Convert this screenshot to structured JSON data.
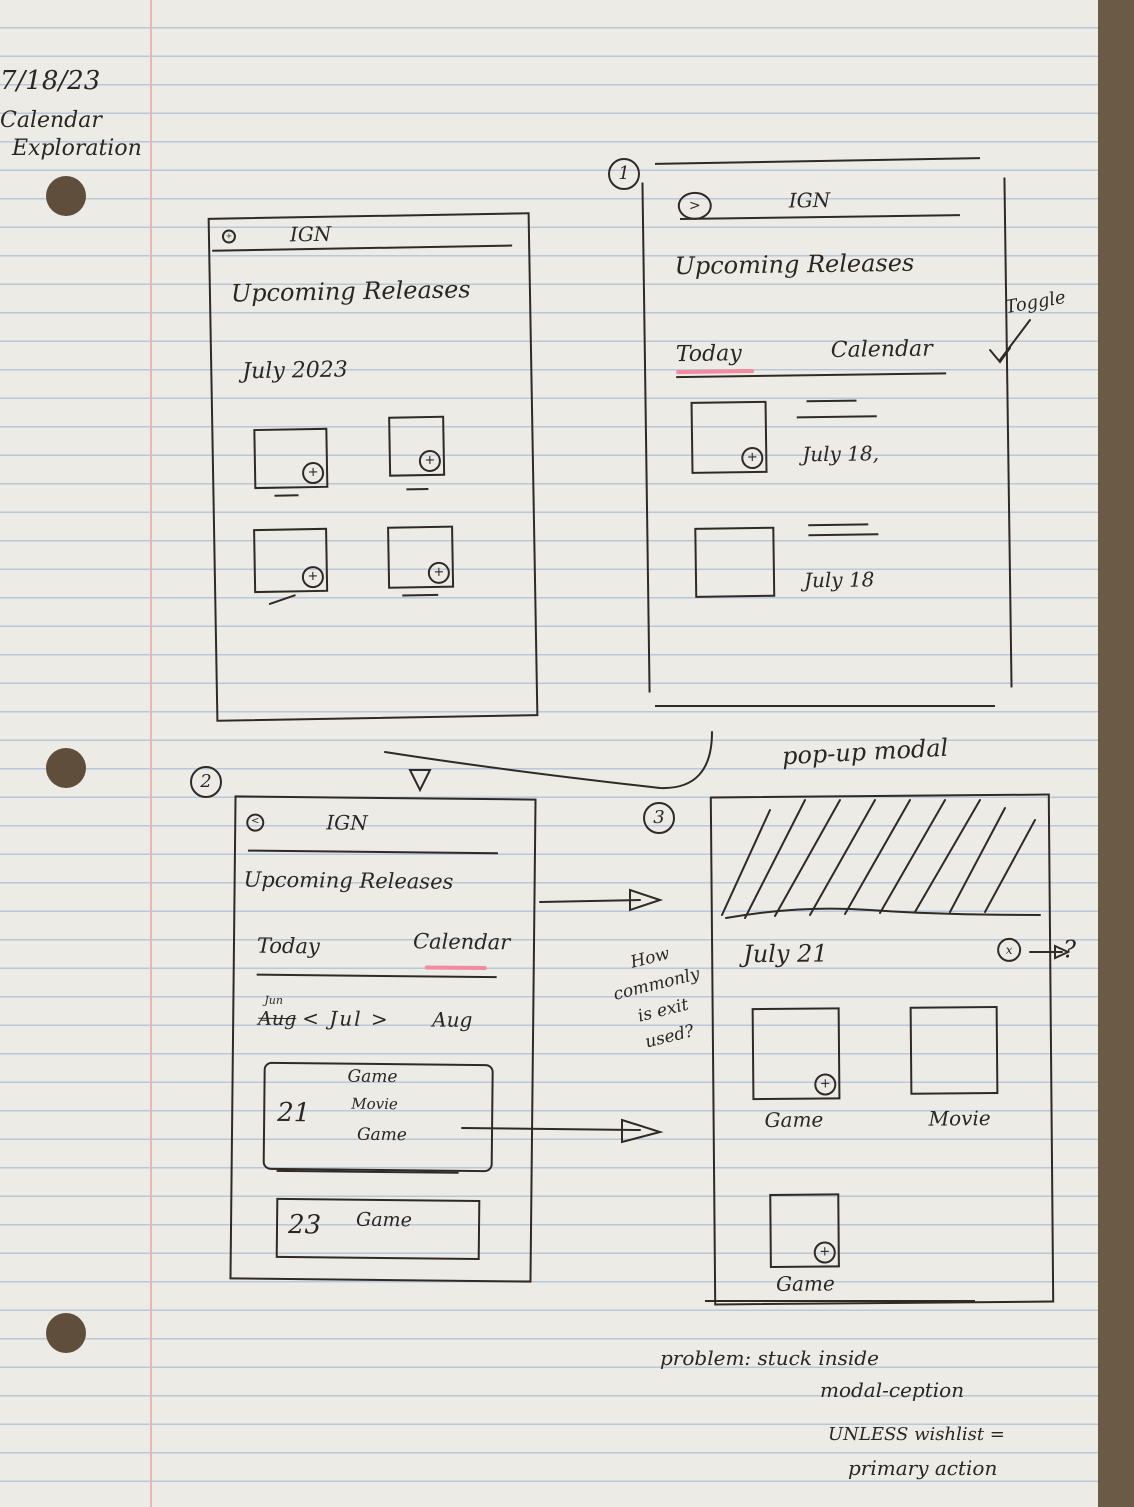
{
  "header": {
    "date": "7/18/23",
    "title_line1": "Calendar",
    "title_line2": "Exploration"
  },
  "sketch_main": {
    "app_name": "IGN",
    "heading": "Upcoming Releases",
    "month_label": "July 2023",
    "tiles": [
      "",
      "",
      "",
      ""
    ]
  },
  "sketch_1": {
    "number": "1",
    "app_name": "IGN",
    "heading": "Upcoming Releases",
    "tabs": [
      "Today",
      "Calendar"
    ],
    "toggle_note": "Toggle",
    "items": [
      {
        "date": "July 18,"
      },
      {
        "date": "July 18"
      }
    ]
  },
  "sketch_2": {
    "number": "2",
    "app_name": "IGN",
    "heading": "Upcoming Releases",
    "tabs": [
      "Today",
      "Calendar"
    ],
    "month_nav": {
      "prev_crossed": "Aug",
      "prev_fix": "Jun",
      "current": "< Jul >",
      "next": "Aug"
    },
    "days": [
      {
        "day": "21",
        "entries": [
          "Game",
          "Movie",
          "Game"
        ]
      },
      {
        "day": "23",
        "entries": [
          "Game"
        ]
      }
    ]
  },
  "note_exit": {
    "lines": [
      "How",
      "commonly",
      "is exit",
      "used?"
    ]
  },
  "sketch_3": {
    "number": "3",
    "label": "pop-up modal",
    "date": "July 21",
    "close_question": "?",
    "items": [
      "Game",
      "Movie",
      "Game"
    ]
  },
  "problem_note": {
    "lines": [
      "problem: stuck inside",
      "modal-ception",
      "UNLESS wishlist =",
      "primary action"
    ]
  },
  "colors": {
    "ink": "#2f2a26",
    "highlight": "#f28aa0",
    "paper": "#ecebe6",
    "rule": "#b8c8da",
    "desk": "#6b5a45"
  }
}
